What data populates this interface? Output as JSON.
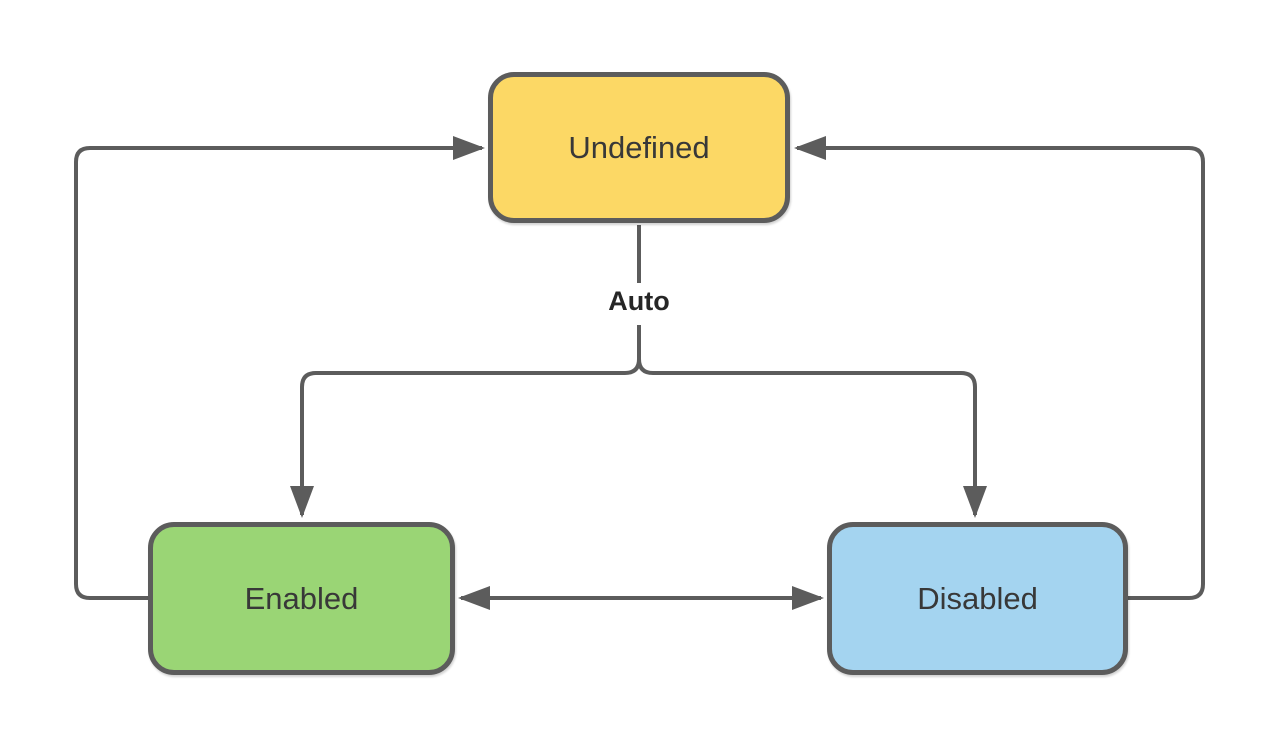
{
  "diagram": {
    "type": "state-diagram",
    "nodes": [
      {
        "id": "undefined",
        "label": "Undefined",
        "fill": "#fcd865",
        "position": "top-center"
      },
      {
        "id": "enabled",
        "label": "Enabled",
        "fill": "#9ad575",
        "position": "bottom-left"
      },
      {
        "id": "disabled",
        "label": "Disabled",
        "fill": "#a4d4f0",
        "position": "bottom-right"
      }
    ],
    "edges": [
      {
        "from": "undefined",
        "to": "enabled",
        "label": "Auto",
        "direction": "one-way"
      },
      {
        "from": "undefined",
        "to": "disabled",
        "label": "Auto",
        "direction": "one-way"
      },
      {
        "from": "enabled",
        "to": "undefined",
        "label": "",
        "direction": "one-way"
      },
      {
        "from": "disabled",
        "to": "undefined",
        "label": "",
        "direction": "one-way"
      },
      {
        "from": "enabled",
        "to": "disabled",
        "label": "",
        "direction": "bidirectional"
      }
    ],
    "edge_label": "Auto",
    "colors": {
      "stroke": "#5c5c5c",
      "node_text": "#383838",
      "edge_label_text": "#262626",
      "background": "#ffffff",
      "undefined_fill": "#fcd865",
      "enabled_fill": "#9ad575",
      "disabled_fill": "#a4d4f0"
    }
  }
}
